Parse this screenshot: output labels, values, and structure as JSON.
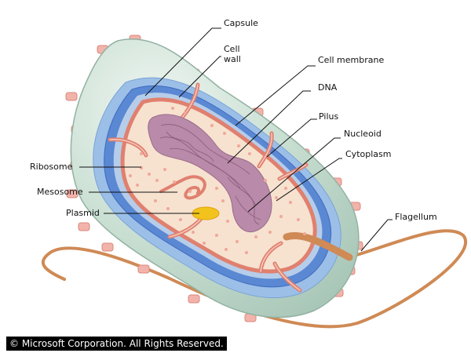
{
  "labels": {
    "capsule": "Capsule",
    "cell_wall_1": "Cell",
    "cell_wall_2": "wall",
    "cell_membrane": "Cell membrane",
    "dna": "DNA",
    "pilus": "Pilus",
    "nucleoid": "Nucleoid",
    "cytoplasm": "Cytoplasm",
    "flagellum": "Flagellum",
    "ribosome": "Ribosome",
    "mesosome": "Mesosome",
    "plasmid": "Plasmid"
  },
  "copyright": "© Microsoft Corporation. All Rights Reserved.",
  "colors": {
    "capsule": "#c3dccf",
    "cell_wall_outer": "#8fb6e6",
    "cell_wall_inner": "#4f7fcf",
    "membrane": "#e98c7c",
    "cytoplasm": "#f7e3cf",
    "nucleoid": "#b98aa9",
    "flagellum": "#cf8a55",
    "plasmid": "#f2c31c"
  }
}
